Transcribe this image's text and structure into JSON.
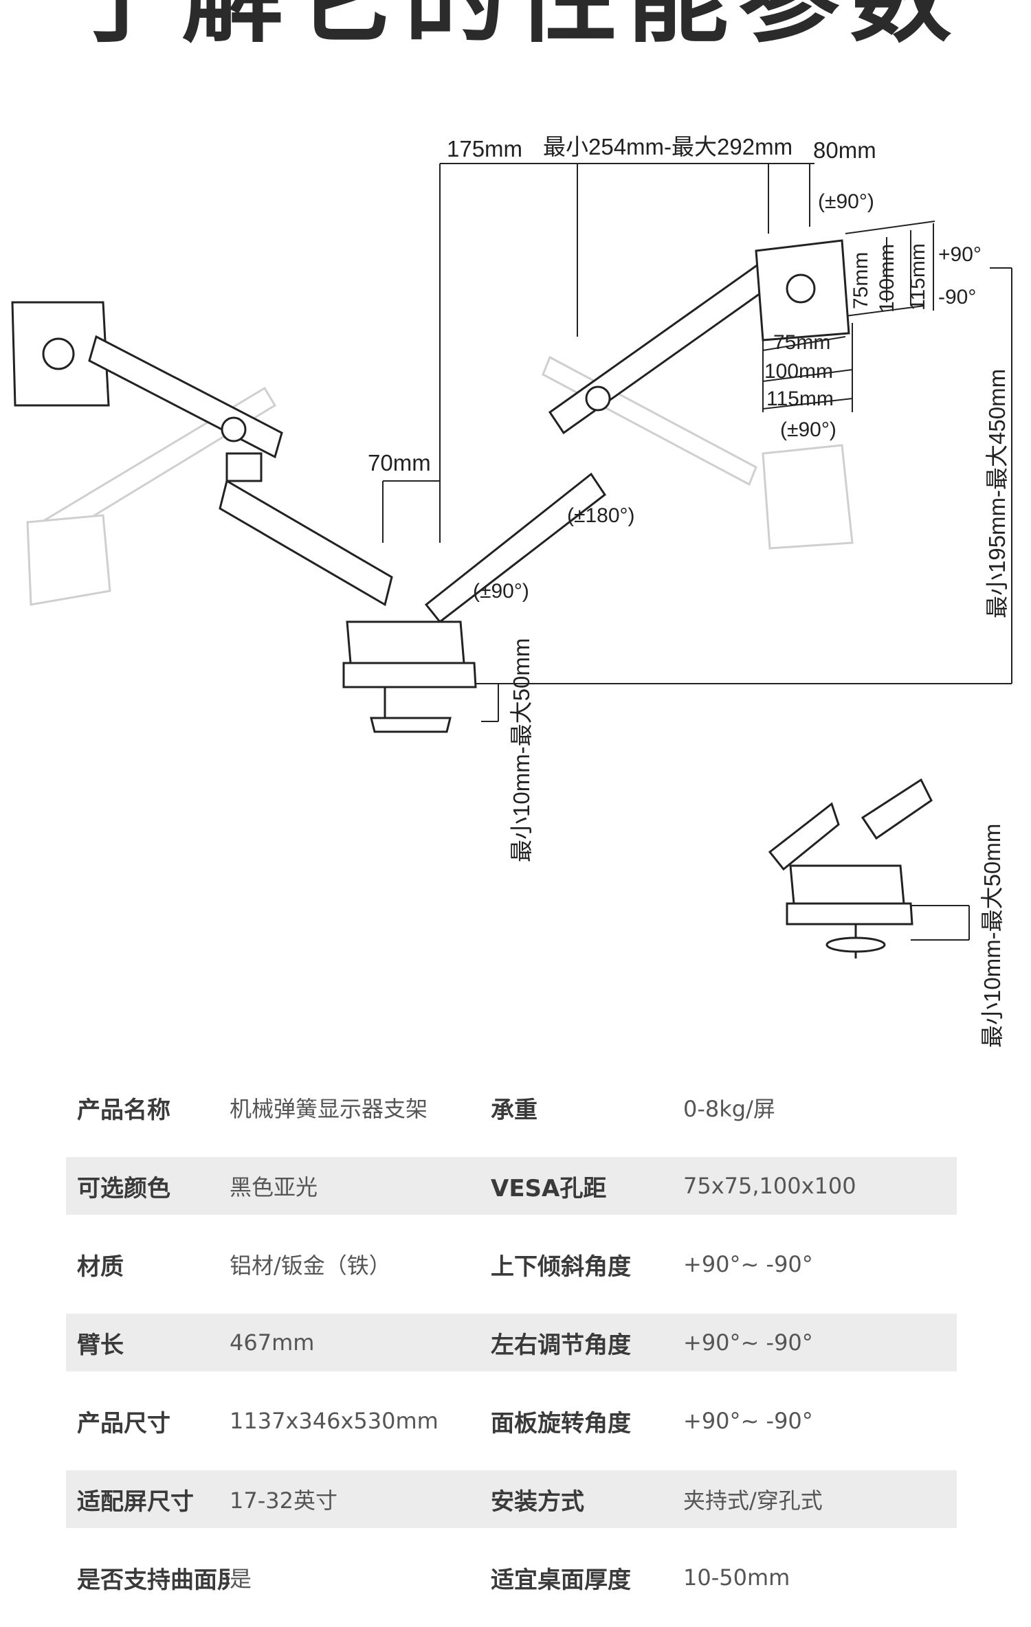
{
  "title": "了解它的性能参数",
  "diagram": {
    "top_dim_left": "175mm",
    "top_dim_mid": "最小254mm-最大292mm",
    "top_dim_right": "80mm",
    "rot_top": "(±90°)",
    "tilt_up": "+90°",
    "tilt_down": "-90°",
    "vesa_v_75": "75mm",
    "vesa_v_100": "100mm",
    "vesa_v_115": "115mm",
    "vesa_h_75": "75mm",
    "vesa_h_100": "100mm",
    "vesa_h_115": "115mm",
    "rot_panel": "(±90°)",
    "height_range": "最小195mm-最大450mm",
    "dim_70": "70mm",
    "rot_180": "(±180°)",
    "rot_base": "(±90°)",
    "clamp_thickness": "最小10mm-最大50mm",
    "grommet_thickness": "最小10mm-最大50mm"
  },
  "specs": [
    {
      "label1": "产品名称",
      "value1": "机械弹簧显示器支架",
      "label2": "承重",
      "value2": "0-8kg/屏",
      "shaded": false
    },
    {
      "label1": "可选颜色",
      "value1": "黑色亚光",
      "label2": "VESA孔距",
      "value2": "75x75,100x100",
      "shaded": true
    },
    {
      "label1": "材质",
      "value1": "铝材/钣金（铁）",
      "label2": "上下倾斜角度",
      "value2": "+90°~ -90°",
      "shaded": false
    },
    {
      "label1": "臂长",
      "value1": "467mm",
      "label2": "左右调节角度",
      "value2": "+90°~ -90°",
      "shaded": true
    },
    {
      "label1": "产品尺寸",
      "value1": "1137x346x530mm",
      "label2": "面板旋转角度",
      "value2": "+90°~ -90°",
      "shaded": false
    },
    {
      "label1": "适配屏尺寸",
      "value1": "17-32英寸",
      "label2": "安装方式",
      "value2": "夹持式/穿孔式",
      "shaded": true
    },
    {
      "label1": "是否支持曲面屏",
      "value1": "是",
      "label2": "适宜桌面厚度",
      "value2": "10-50mm",
      "shaded": false
    }
  ]
}
